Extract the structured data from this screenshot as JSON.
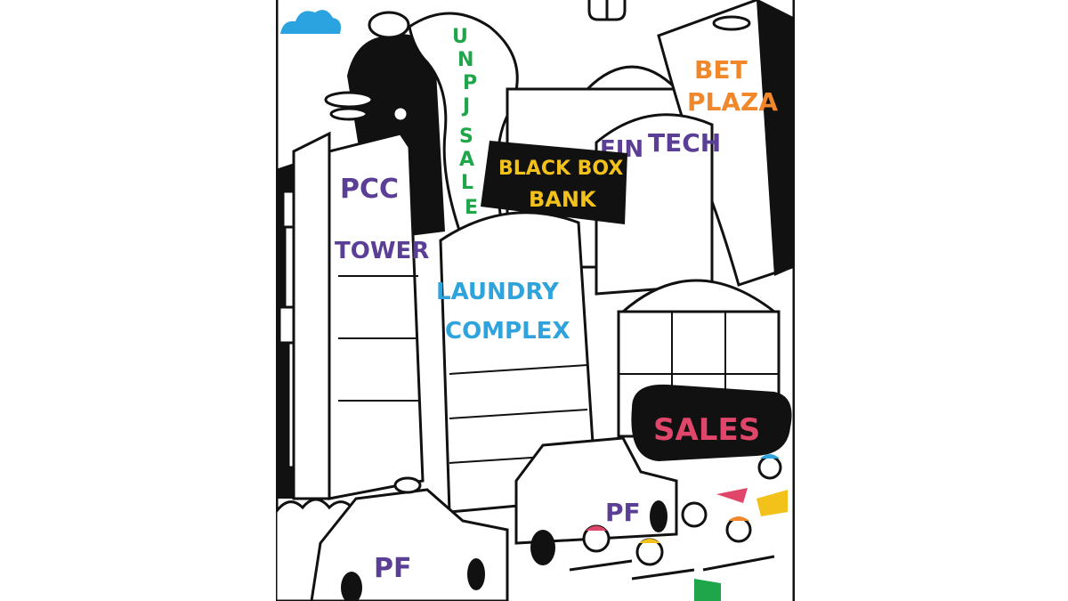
{
  "signs": {
    "pcc_tower": [
      "PCC",
      "TOWER"
    ],
    "unpj_sale": [
      "U",
      "N",
      "P",
      "J",
      "S",
      "A",
      "L",
      "E"
    ],
    "black_box_bank": [
      "BLACK BOX",
      "BANK"
    ],
    "fin_tech": [
      "FIN",
      "TECH"
    ],
    "bet_plaza": [
      "BET",
      "PLAZA"
    ],
    "laundry_complex": [
      "LAUNDRY",
      "COMPLEX"
    ],
    "sales": "SALES",
    "car_plate_left": "PF",
    "car_plate_right": "PF"
  },
  "colors": {
    "purple": "#5b3e96",
    "green": "#1fa64a",
    "orange": "#f0872a",
    "blue": "#2fa3dc",
    "pink": "#e0456a",
    "yellow": "#f2c21b",
    "sky_blue": "#2ba3e0",
    "ink": "#111111"
  }
}
